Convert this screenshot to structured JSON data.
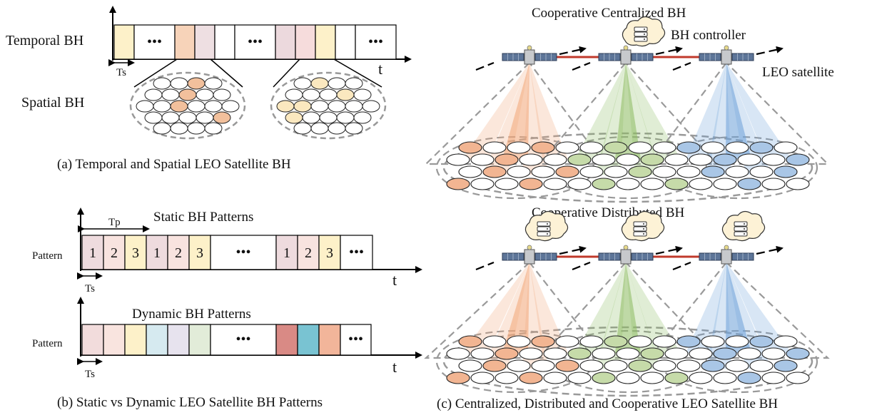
{
  "panel_a": {
    "row_label": "Temporal BH",
    "spatial_label": "Spatial BH",
    "slot_label": "Ts",
    "axis_label": "t",
    "ellipsis": "•••",
    "caption": "(a) Temporal and Spatial LEO Satellite BH",
    "slots": [
      "#fdf1c9",
      "gap",
      "#f7d3b9",
      "#eedfe2",
      "#ffffff",
      "gap",
      "#ecd9dd",
      "#f6dcdc",
      "#fdf1c9",
      "#ffffff",
      "gap"
    ]
  },
  "panel_b": {
    "static_title": "Static BH Patterns",
    "dynamic_title": "Dynamic BH Patterns",
    "row_label_1": "Pattern",
    "row_label_2": "Pattern",
    "period_label": "Tp",
    "slot_label_1": "Ts",
    "slot_label_2": "Ts",
    "axis_label_1": "t",
    "axis_label_2": "t",
    "ellipsis": "•••",
    "caption": "(b) Static vs Dynamic LEO Satellite BH Patterns",
    "static_slots": [
      {
        "n": "1",
        "c": "#eedbde"
      },
      {
        "n": "2",
        "c": "#f8e3df"
      },
      {
        "n": "3",
        "c": "#fdf1c9"
      },
      {
        "n": "1",
        "c": "#eedbde"
      },
      {
        "n": "2",
        "c": "#f8e3df"
      },
      {
        "n": "3",
        "c": "#fdf1c9"
      },
      {
        "n": "gap",
        "c": "#ffffff"
      },
      {
        "n": "1",
        "c": "#eedbde"
      },
      {
        "n": "2",
        "c": "#f8e3df"
      },
      {
        "n": "3",
        "c": "#fdf1c9"
      },
      {
        "n": "dots",
        "c": "#ffffff"
      }
    ],
    "dynamic_slots": [
      "#f2dcdc",
      "#f9e4df",
      "#fdf1c9",
      "#d6eaf0",
      "#e7e3ee",
      "#e2ecd9",
      "gap",
      "#d98a85",
      "#79c3d2",
      "#f2b59a",
      "dots"
    ]
  },
  "panel_c": {
    "title_top": "Cooperative Centralized BH",
    "controller_label": "BH controller",
    "satellite_label": "LEO satellite",
    "title_bottom": "Cooperative Distributed BH",
    "caption": "(c) Centralized, Distributed and Cooperative LEO Satellite BH",
    "beam_colors": [
      "#f2a77a",
      "#8ebd63",
      "#6fa1d9"
    ],
    "cell_fills": [
      "#f2b592",
      "#c6dba9",
      "#a9c6e6"
    ],
    "link_color": "#c0392b"
  }
}
